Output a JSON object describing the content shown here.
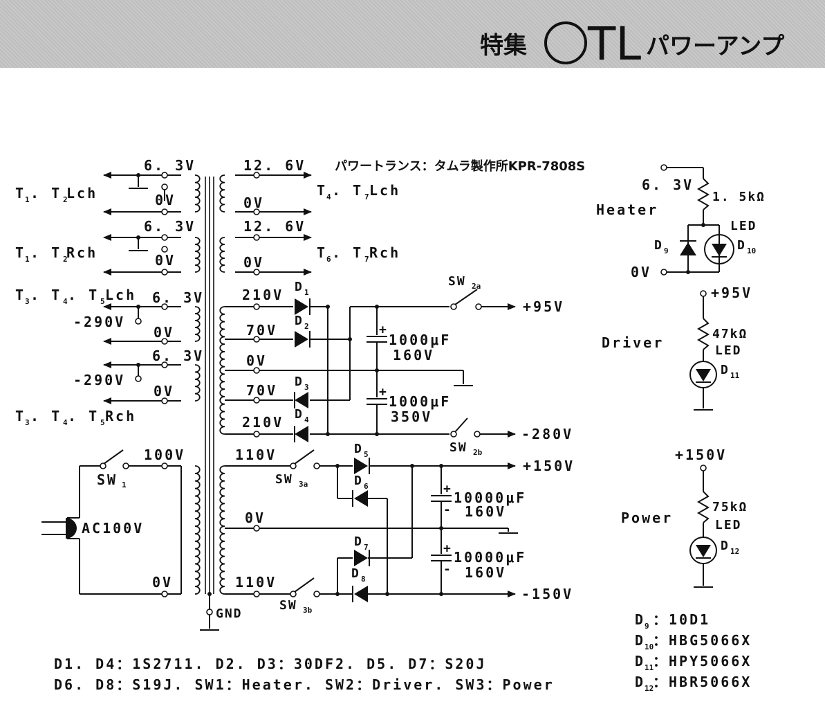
{
  "header": {
    "tokushu": "特集",
    "otl": "TL",
    "title": "パワーアンプ"
  },
  "transformer": {
    "label": "パワートランス：タムラ製作所KPR-7808S"
  },
  "left": {
    "v63": "6. 3V",
    "zero": "0V",
    "t12": "T",
    "s1": "1",
    "t12b": ". T",
    "s2": "2",
    "lch": " Lch",
    "rch": " Rch",
    "t345a": "T",
    "s3": "3",
    "t345b": ". T",
    "s4": "4",
    "t345c": ". T",
    "s5": "5",
    "m290": "-290V",
    "v100": "100V",
    "sw1": "SW",
    "sw1s": "1",
    "ac100": "AC100V",
    "gnd": "GND"
  },
  "center": {
    "v126": "12. 6V",
    "t47a": "T",
    "s4": "4",
    "t47b": ". T",
    "s7": "7",
    "t67a": "T",
    "s6": "6",
    "t67b": ". T",
    "s7b": "7",
    "lch": " Lch",
    "rch": " Rch",
    "v210": "210V",
    "v70": "70V",
    "v110": "110V",
    "d": "D",
    "d1": "1",
    "d2": "2",
    "d3": "3",
    "d4": "4",
    "d5": "5",
    "d6": "6",
    "d7": "7",
    "d8": "8",
    "cap1v": "1000μF",
    "cap1r": "160V",
    "cap2v": "1000μF",
    "cap2r": "350V",
    "cap3v": "10000μF",
    "cap3r": "160V",
    "cap4v": "10000μF",
    "cap4r": "160V",
    "sw": "SW",
    "sw2a": "2a",
    "sw2b": "2b",
    "sw3a": "3a",
    "sw3b": "3b",
    "p95": "+95V",
    "m280": "-280V",
    "p150": "+150V",
    "m150": "-150V"
  },
  "right": {
    "heater_v": "6. 3V",
    "heater": "Heater",
    "r15k": "1. 5kΩ",
    "led": "LED",
    "d9": "9",
    "d10": "10",
    "zero": "0V",
    "p95": "+95V",
    "driver": "Driver",
    "r47k": "47kΩ",
    "d11": "11",
    "p150": "+150V",
    "power": "Power",
    "r75k": "75kΩ",
    "d12": "12"
  },
  "notes": {
    "line1": "D1. D4：1S2711. D2. D3：30DF2. D5. D7：S20J",
    "line2": "D6. D8：S19J. SW1：Heater. SW2：Driver. SW3：Power",
    "parts": [
      {
        "d": "D",
        "sub": "9",
        "val": "：10D1"
      },
      {
        "d": "D",
        "sub": "10",
        "val": "：HBG5066X"
      },
      {
        "d": "D",
        "sub": "11",
        "val": "：HPY5066X"
      },
      {
        "d": "D",
        "sub": "12",
        "val": "：HBR5066X"
      }
    ]
  }
}
